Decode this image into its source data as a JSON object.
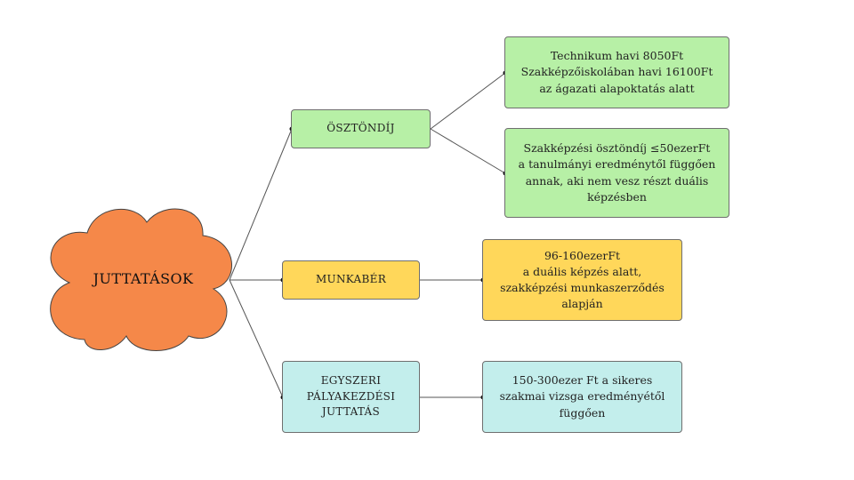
{
  "colors": {
    "cloud": "#f58849",
    "green": "#b7f0a6",
    "yellow": "#ffd75a",
    "cyan": "#c3eeec",
    "line": "#555555"
  },
  "root": {
    "label": "JUTTATÁSOK",
    "shape": "cloud"
  },
  "branches": [
    {
      "label": "ÖSZTÖNDÍJ",
      "children": [
        "Technikum havi 8050Ft\nSzakképzőiskolában havi 16100Ft\naz ágazati alapoktatás alatt",
        "Szakképzési ösztöndíj ≤50ezerFt\na tanulmányi eredménytől függően\nannak, aki nem vesz részt duális\nképzésben"
      ]
    },
    {
      "label": "MUNKABÉR",
      "children": [
        "96-160ezerFt\na duális képzés alatt,\nszakképzési munkaszerződés\nalapján"
      ]
    },
    {
      "label": "EGYSZERI\nPÁLYAKEZDÉSI\nJUTTATÁS",
      "children": [
        "150-300ezer Ft a sikeres\nszakmai vizsga eredményétől\nfüggően"
      ]
    }
  ]
}
